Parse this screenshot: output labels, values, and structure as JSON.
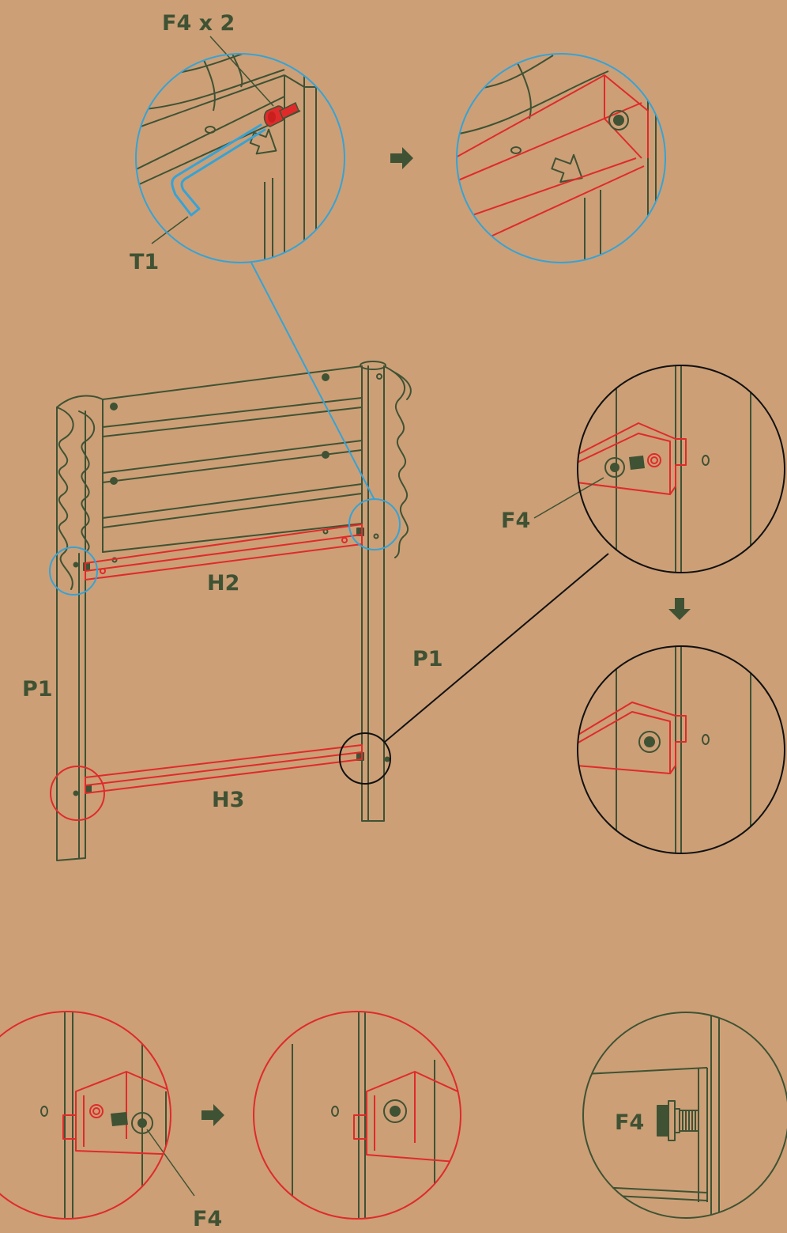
{
  "colors": {
    "background": "#cc9f76",
    "line": "#3f5234",
    "highlight": "#e02a2a",
    "detail_circle": "#35a3d6",
    "callout_circle": "#111111"
  },
  "icons": [
    "hex-key-icon",
    "bolt-icon",
    "arrow-right-icon",
    "arrow-down-icon"
  ],
  "labels": {
    "f4x2": "F4 x 2",
    "t1": "T1",
    "h2": "H2",
    "h3": "H3",
    "p1_left": "P1",
    "p1_right": "P1",
    "f4_right": "F4",
    "f4_bottom": "F4",
    "f4_side": "F4"
  }
}
